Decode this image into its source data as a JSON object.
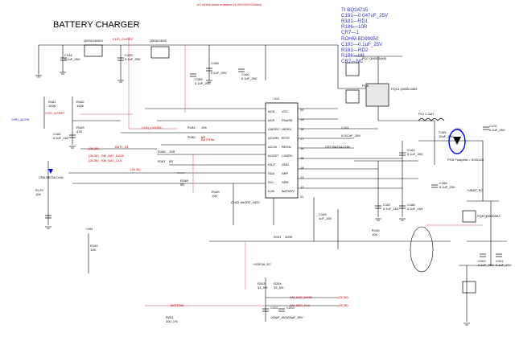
{
  "title": "BATTERY CHARGER",
  "top_note": "AC current sense resistance (0.10/0.020/0.015ohm)",
  "notes": [
    "TI BQ24715",
    "C191—0.047uF_25V",
    "R181—RD1",
    "R186—10R",
    "CR7—1",
    "ROHM BD99950",
    "C191—0.1uF_25V",
    "R181—RD2",
    "R186—0R",
    "CR7—NC"
  ],
  "ic": {
    "ref": "U12",
    "left_pins": [
      "ACN",
      "ACP",
      "CMSRC",
      "ACDRV",
      "ACOK",
      "ACDET",
      "IOUT",
      "SDA",
      "SCL",
      "ILIM"
    ],
    "right_pins": [
      "VCC",
      "PHASE",
      "HIDRV",
      "BTST",
      "REGN",
      "LODRV",
      "GND",
      "SRP",
      "SRN",
      "BATDRV"
    ],
    "right_nums": [
      "20",
      "19",
      "18",
      "17",
      "16",
      "15",
      "14",
      "13",
      "12",
      "11"
    ]
  },
  "nets": {
    "chg_chgrc": "CHG_CHGRC",
    "chg_acdet": "CHG_ACDET",
    "chg_acok": "CHG_ACOK",
    "batt_in": "BATT_IN",
    "chg_chgrc_b": "CHG_CHGRC",
    "battrm": "BATTRM",
    "battrm2": "BATTRM",
    "sm_bat_data": "SM_BAT_DATA",
    "sm_bat_clk": "SM_BAT_CLK",
    "sm_bat_data2": "SM_BAT_DATA",
    "sm_bat_clk2": "SM_BAT_CLK",
    "vs": "+VSP3A_EC",
    "vin": "+VIN",
    "vtgt": "+VBAT_EC"
  },
  "refs": {
    "q1": "QM3214MX3",
    "q2": "QM3014M3",
    "q3": "PQ7\nQM3014M3",
    "q4": "PQ9",
    "q5": "PQ13\nQM3014M3",
    "q6": "PQ8\nQM3D0M3",
    "l1": "PL2  2.2uH",
    "ch1": "CH22\nShORT_0402",
    "cr7": "CR7\nBAT54-02W",
    "cr6": "CR6\nBAT54-02W",
    "pcb": "PCB Footprint = SOD123",
    "d1": "PD1"
  },
  "components": [
    {
      "ref": "C134",
      "val": "0.1uF_25V"
    },
    {
      "ref": "C133",
      "val": "0.1uF_25V"
    },
    {
      "ref": "C159",
      "val": "0.1uF_25V"
    },
    {
      "ref": "C158",
      "val": "0.1uF_25V"
    },
    {
      "ref": "C160",
      "val": "0.1uF_25V"
    },
    {
      "ref": "R161",
      "val": "100K"
    },
    {
      "ref": "R162",
      "val": "100K"
    },
    {
      "ref": "R163",
      "val": "47K"
    },
    {
      "ref": "C162",
      "val": "0.1uF_16V"
    },
    {
      "ref": "R184",
      "val": "10K"
    },
    {
      "ref": "R185",
      "val": "0R"
    },
    {
      "ref": "R186",
      "val": "10R"
    },
    {
      "ref": "R187",
      "val": "0R"
    },
    {
      "ref": "R188",
      "val": "0R"
    },
    {
      "ref": "R189",
      "val": "10K"
    },
    {
      "ref": "C161",
      "val": "0.047uF_25V"
    },
    {
      "ref": "C164",
      "val": "0.1uF_25V"
    },
    {
      "ref": "C165",
      "val": "10uF_25V"
    },
    {
      "ref": "C166",
      "val": "0.1uF_25V"
    },
    {
      "ref": "C167",
      "val": "0.1uF_16V"
    },
    {
      "ref": "C168",
      "val": "0.1uF_16V"
    },
    {
      "ref": "C169",
      "val": "1uF_16V"
    },
    {
      "ref": "C170",
      "val": "0.1uF_25V"
    },
    {
      "ref": "C201",
      "val": "0.1uF_25V"
    },
    {
      "ref": "C200",
      "val": "0.1uF_25V"
    },
    {
      "ref": "R190",
      "val": "10K"
    },
    {
      "ref": "R191",
      "val": "100K"
    },
    {
      "ref": "R192",
      "val": "10K"
    },
    {
      "ref": "C202",
      "val": "100pF_50V"
    },
    {
      "ref": "C203",
      "val": "100pF_50V"
    },
    {
      "ref": "R203",
      "val": "33_5%"
    },
    {
      "ref": "R204",
      "val": "33_5%"
    },
    {
      "ref": "R201",
      "val": "100_1%"
    },
    {
      "ref": "R179",
      "val": "10K"
    }
  ],
  "pages": [
    "(26,36)",
    "(26,36)",
    "(26,36)",
    "(26,36)",
    "(26,36)",
    "(26,36)"
  ],
  "colors": {
    "wire": "#000000",
    "net": "#c00000",
    "pink": "#e0a0b0",
    "blue": "#0000ff"
  }
}
